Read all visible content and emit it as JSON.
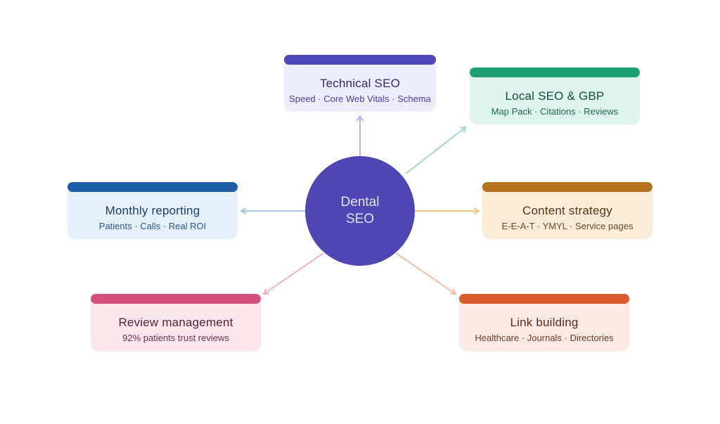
{
  "hub": {
    "line1": "Dental",
    "line2": "SEO",
    "color": "#4f46b4"
  },
  "nodes": [
    {
      "id": "technical-seo",
      "title": "Technical SEO",
      "subtitle": "Speed · Core Web Vitals · Schema",
      "accent": "#5048b8",
      "bg": "#edecfb",
      "title_color": "#2f2a6e",
      "sub_color": "#4a43a4",
      "arrow_color": "#b9b5e6"
    },
    {
      "id": "local-seo",
      "title": "Local SEO & GBP",
      "subtitle": "Map Pack · Citations · Reviews",
      "accent": "#1e9e74",
      "bg": "#e0f4ee",
      "title_color": "#164c3c",
      "sub_color": "#1d6a52",
      "arrow_color": "#9ed9c6"
    },
    {
      "id": "monthly-reporting",
      "title": "Monthly reporting",
      "subtitle": "Patients · Calls · Real ROI",
      "accent": "#1d5ea8",
      "bg": "#e6f0fa",
      "title_color": "#1b3e66",
      "sub_color": "#275a92",
      "arrow_color": "#a9c4e4"
    },
    {
      "id": "content-strategy",
      "title": "Content strategy",
      "subtitle": "E-E-A-T · YMYL · Service pages",
      "accent": "#b8711c",
      "bg": "#fbecd8",
      "title_color": "#55361a",
      "sub_color": "#6b4a24",
      "arrow_color": "#f1c27f"
    },
    {
      "id": "review-management",
      "title": "Review management",
      "subtitle": "92% patients trust reviews",
      "accent": "#d4507c",
      "bg": "#fbe6ec",
      "title_color": "#5a2236",
      "sub_color": "#6b3346",
      "arrow_color": "#eeb0c5"
    },
    {
      "id": "link-building",
      "title": "Link building",
      "subtitle": "Healthcare · Journals · Directories",
      "accent": "#d85a2e",
      "bg": "#fbe9e3",
      "title_color": "#5b2c1c",
      "sub_color": "#6e3a27",
      "arrow_color": "#f0bfa9"
    }
  ]
}
